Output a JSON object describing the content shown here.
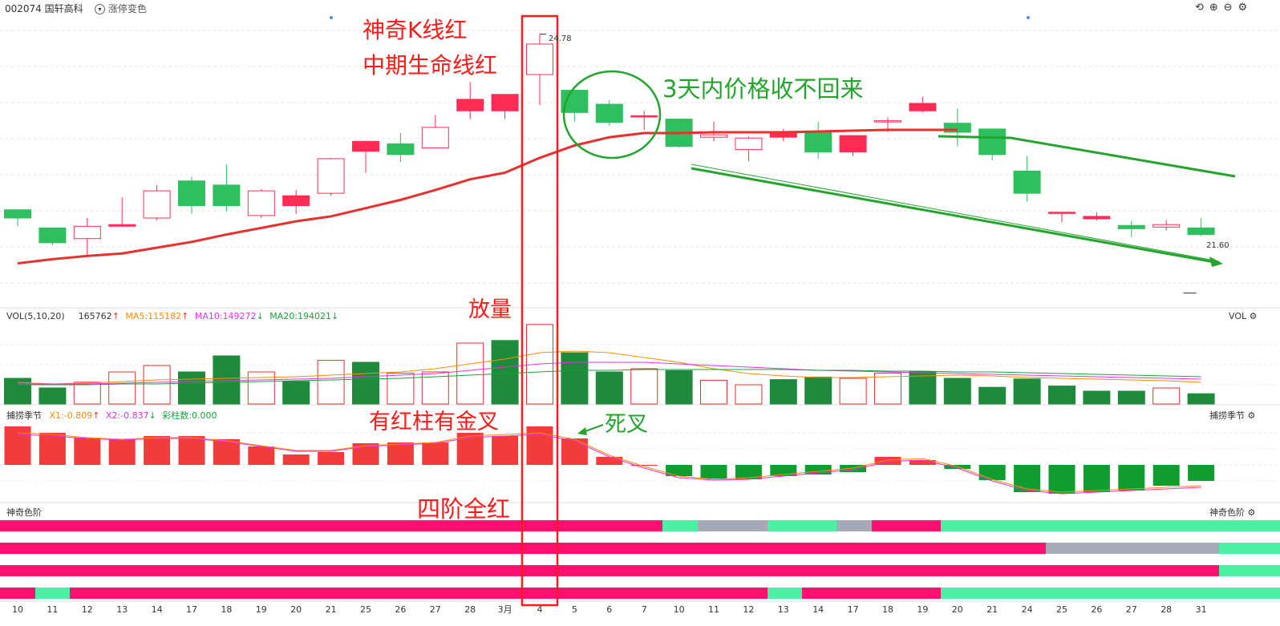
{
  "header": {
    "stock_code": "002074",
    "stock_name": "国轩高科",
    "mode_label": "涨停变色"
  },
  "price_panel": {
    "high_label": "24.78",
    "low_label": "21.60"
  },
  "vol_panel": {
    "name": "VOL(5,10,20)",
    "value": "165762",
    "ma5": "MA5:115182",
    "ma10": "MA10:149272",
    "ma20": "MA20:194021",
    "right_label": "VOL",
    "colors": {
      "value": "#333333",
      "ma5": "#ff8c00",
      "ma10": "#e632e6",
      "ma20": "#16a33a"
    }
  },
  "macd_panel": {
    "name": "捕捞季节",
    "x1": "X1:-0.809",
    "x2": "X2:-0.837",
    "bars": "彩柱数:0.000",
    "right_label": "捕捞季节"
  },
  "color_panel": {
    "name": "神奇色阶",
    "right_label": "神奇色阶"
  },
  "x_axis": [
    "10",
    "11",
    "12",
    "13",
    "14",
    "17",
    "18",
    "19",
    "20",
    "21",
    "25",
    "26",
    "27",
    "28",
    "3月",
    "4",
    "5",
    "6",
    "7",
    "10",
    "11",
    "12",
    "13",
    "14",
    "17",
    "18",
    "19",
    "20",
    "21",
    "24",
    "25",
    "26",
    "27",
    "28",
    "31"
  ],
  "annotations": {
    "k_red": "神奇K线红",
    "life_red": "中期生命线红",
    "no_recover": "3天内价格收不回来",
    "volume_up": "放量",
    "gold_cross": "有红柱有金叉",
    "death_cross": "死叉",
    "four_red": "四阶全红"
  },
  "colors": {
    "up": "#ff2d55",
    "down": "#1e8a3c",
    "down_light": "#2fbf5f",
    "ma_red": "#e8302c",
    "annotation_red": "#ff1a1a",
    "annotation_green": "#23a52d",
    "band_pink": "#ff0f6e",
    "band_green": "#4cf0a2",
    "band_gray": "#a6a9b6"
  },
  "chart_data": {
    "type": "candlestick",
    "title": "",
    "categories": [
      "10",
      "11",
      "12",
      "13",
      "14",
      "17",
      "18",
      "19",
      "20",
      "21",
      "25",
      "26",
      "27",
      "28",
      "3月",
      "4",
      "5",
      "6",
      "7",
      "10",
      "11",
      "12",
      "13",
      "14",
      "17",
      "18",
      "19",
      "20",
      "21",
      "24",
      "25",
      "26",
      "27",
      "28",
      "31"
    ],
    "ohlc": [
      [
        22.65,
        22.65,
        22.45,
        22.55
      ],
      [
        22.43,
        22.43,
        22.22,
        22.25
      ],
      [
        22.3,
        22.55,
        22.1,
        22.45
      ],
      [
        22.45,
        22.8,
        22.45,
        22.47
      ],
      [
        22.55,
        22.95,
        22.52,
        22.88
      ],
      [
        23.0,
        23.05,
        22.6,
        22.7
      ],
      [
        22.95,
        23.2,
        22.63,
        22.7
      ],
      [
        22.58,
        22.9,
        22.55,
        22.88
      ],
      [
        22.7,
        22.89,
        22.6,
        22.82
      ],
      [
        22.85,
        23.28,
        22.82,
        23.27
      ],
      [
        23.36,
        23.45,
        23.1,
        23.48
      ],
      [
        23.45,
        23.58,
        23.23,
        23.32
      ],
      [
        23.4,
        23.8,
        23.4,
        23.65
      ],
      [
        23.85,
        24.2,
        23.75,
        23.99
      ],
      [
        23.85,
        24.05,
        23.75,
        24.05
      ],
      [
        24.29,
        24.78,
        23.92,
        24.66
      ],
      [
        24.1,
        24.1,
        23.72,
        23.83
      ],
      [
        23.93,
        23.98,
        23.67,
        23.71
      ],
      [
        23.78,
        23.85,
        23.62,
        23.79
      ],
      [
        23.75,
        23.75,
        23.4,
        23.42
      ],
      [
        23.53,
        23.72,
        23.48,
        23.56
      ],
      [
        23.38,
        23.54,
        23.24,
        23.52
      ],
      [
        23.53,
        23.63,
        23.48,
        23.58
      ],
      [
        23.59,
        23.72,
        23.27,
        23.35
      ],
      [
        23.35,
        23.55,
        23.3,
        23.55
      ],
      [
        23.72,
        23.77,
        23.59,
        23.73
      ],
      [
        23.85,
        24.02,
        23.83,
        23.94
      ],
      [
        23.7,
        23.88,
        23.42,
        23.59
      ],
      [
        23.63,
        23.63,
        23.25,
        23.32
      ],
      [
        23.12,
        23.3,
        22.75,
        22.85
      ],
      [
        22.62,
        22.62,
        22.5,
        22.62
      ],
      [
        22.54,
        22.62,
        22.52,
        22.57
      ],
      [
        22.46,
        22.52,
        22.32,
        22.42
      ],
      [
        22.44,
        22.52,
        22.4,
        22.47
      ],
      [
        22.43,
        22.55,
        22.33,
        22.35
      ]
    ],
    "ma": [
      22.0,
      22.05,
      22.09,
      22.12,
      22.19,
      22.26,
      22.35,
      22.43,
      22.51,
      22.57,
      22.67,
      22.77,
      22.89,
      23.02,
      23.1,
      23.28,
      23.43,
      23.53,
      23.58,
      23.58,
      23.59,
      23.59,
      23.59,
      23.6,
      23.61,
      23.62,
      23.62,
      23.62
    ],
    "ylim": [
      21.5,
      25.0
    ]
  }
}
